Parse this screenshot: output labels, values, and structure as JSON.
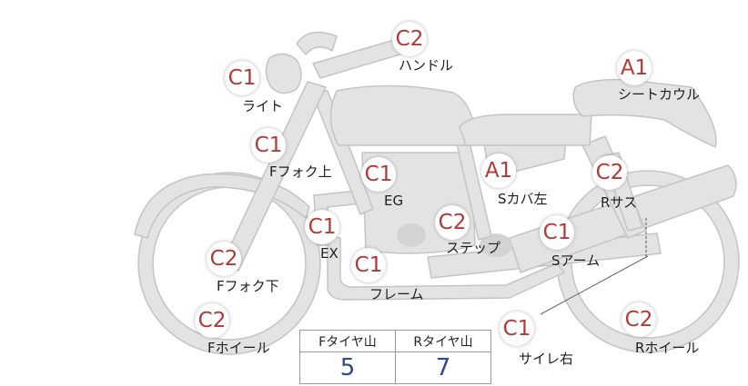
{
  "parts": [
    {
      "grade": "C2",
      "label": "ハンドル"
    },
    {
      "grade": "C1",
      "label": "ライト"
    },
    {
      "grade": "A1",
      "label": "シートカウル"
    },
    {
      "grade": "C1",
      "label": "Fフォク上"
    },
    {
      "grade": "C1",
      "label": "EG"
    },
    {
      "grade": "A1",
      "label": "Sカバ左"
    },
    {
      "grade": "C2",
      "label": "Rサス"
    },
    {
      "grade": "C1",
      "label": "EX"
    },
    {
      "grade": "C2",
      "label": "ステップ"
    },
    {
      "grade": "C1",
      "label": "Sアーム"
    },
    {
      "grade": "C2",
      "label": "Fフォク下"
    },
    {
      "grade": "C1",
      "label": "フレーム"
    },
    {
      "grade": "C2",
      "label": "Fホイール"
    },
    {
      "grade": "C1",
      "label": "サイレ右"
    },
    {
      "grade": "C2",
      "label": "Rホイール"
    }
  ],
  "tire_table": {
    "headers": [
      "Fタイヤ山",
      "Rタイヤ山"
    ],
    "values": [
      "5",
      "7"
    ]
  },
  "colors": {
    "grade_text": "#b03a35",
    "value_text": "#2f4a8a",
    "bike_fill": "#e3e3e3",
    "bike_stroke": "#c4c4c4"
  }
}
